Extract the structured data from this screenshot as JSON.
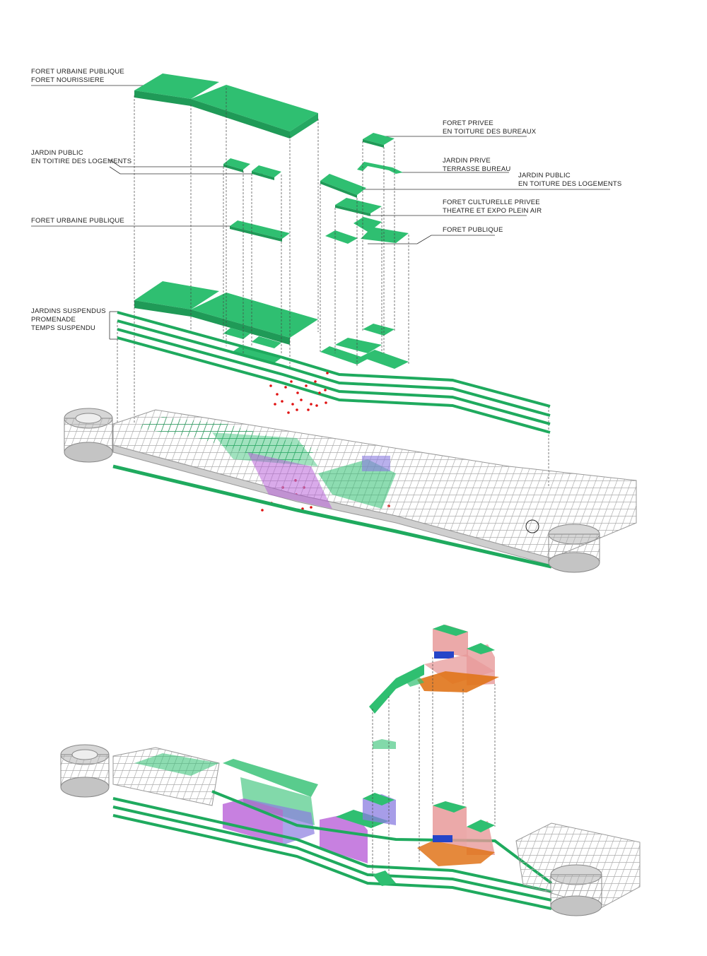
{
  "colors": {
    "green": "#2fbf71",
    "green_dark": "#1f9a57",
    "green_light": "#6fdc9c",
    "purple": "#b455d6",
    "violet": "#8a7ce0",
    "blue": "#2545c8",
    "pink": "#e79a9a",
    "orange": "#e0741a",
    "grey": "#9a9a9a",
    "red_dot": "#e01010"
  },
  "labels": {
    "l1a": "FORET URBAINE PUBLIQUE",
    "l1b": "FORET NOURISSIERE",
    "l2a": "JARDIN PUBLIC",
    "l2b": "EN TOITIRE DES LOGEMENTS",
    "l3": "FORET URBAINE PUBLIQUE",
    "l4a": "JARDINS SUSPENDUS",
    "l4b": "PROMENADE",
    "l4c": "TEMPS SUSPENDU",
    "r1a": "FORET PRIVEE",
    "r1b": "EN TOITURE DES BUREAUX",
    "r2a": "JARDIN PRIVE",
    "r2b": "TERRASSE BUREAU",
    "r3a": "JARDIN PUBLIC",
    "r3b": "EN TOITURE DES LOGEMENTS",
    "r4a": "FORET CULTURELLE PRIVEE",
    "r4b": "THEATRE ET EXPO PLEIN AIR",
    "r5": "FORET PUBLIQUE"
  }
}
